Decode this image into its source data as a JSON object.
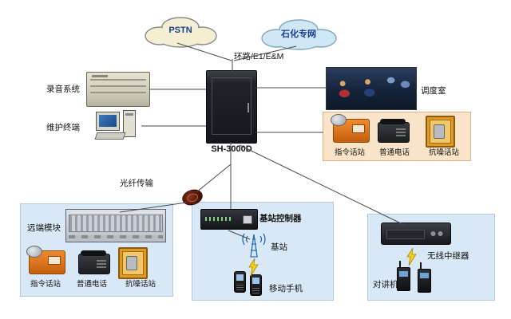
{
  "clouds": {
    "pstn": "PSTN",
    "petro": "石化专网"
  },
  "labels": {
    "trunk": "环路/E1/E&M",
    "recording": "录音系统",
    "maintenance": "维护终端",
    "switch_model": "SH-3000D",
    "dispatch_room": "调度室",
    "fiber": "光纤传输",
    "remote_module": "远端模块",
    "bs_controller": "基站控制器",
    "base_station": "基站",
    "mobile_phone": "移动手机",
    "wireless_repeater": "无线中继器",
    "intercom": "对讲机"
  },
  "stations_right": [
    "指令话站",
    "普通电话",
    "抗噪话站"
  ],
  "stations_remote": [
    "指令话站",
    "普通电话",
    "抗噪话站"
  ],
  "colors": {
    "panel_blue": "#d9e8f6",
    "panel_orange": "#f9e4c9",
    "cloud_pstn": "#f4efd3",
    "cloud_petro": "#cfe7f3",
    "cloud_text": "#1a3c8f",
    "line": "#4a4a4a"
  }
}
